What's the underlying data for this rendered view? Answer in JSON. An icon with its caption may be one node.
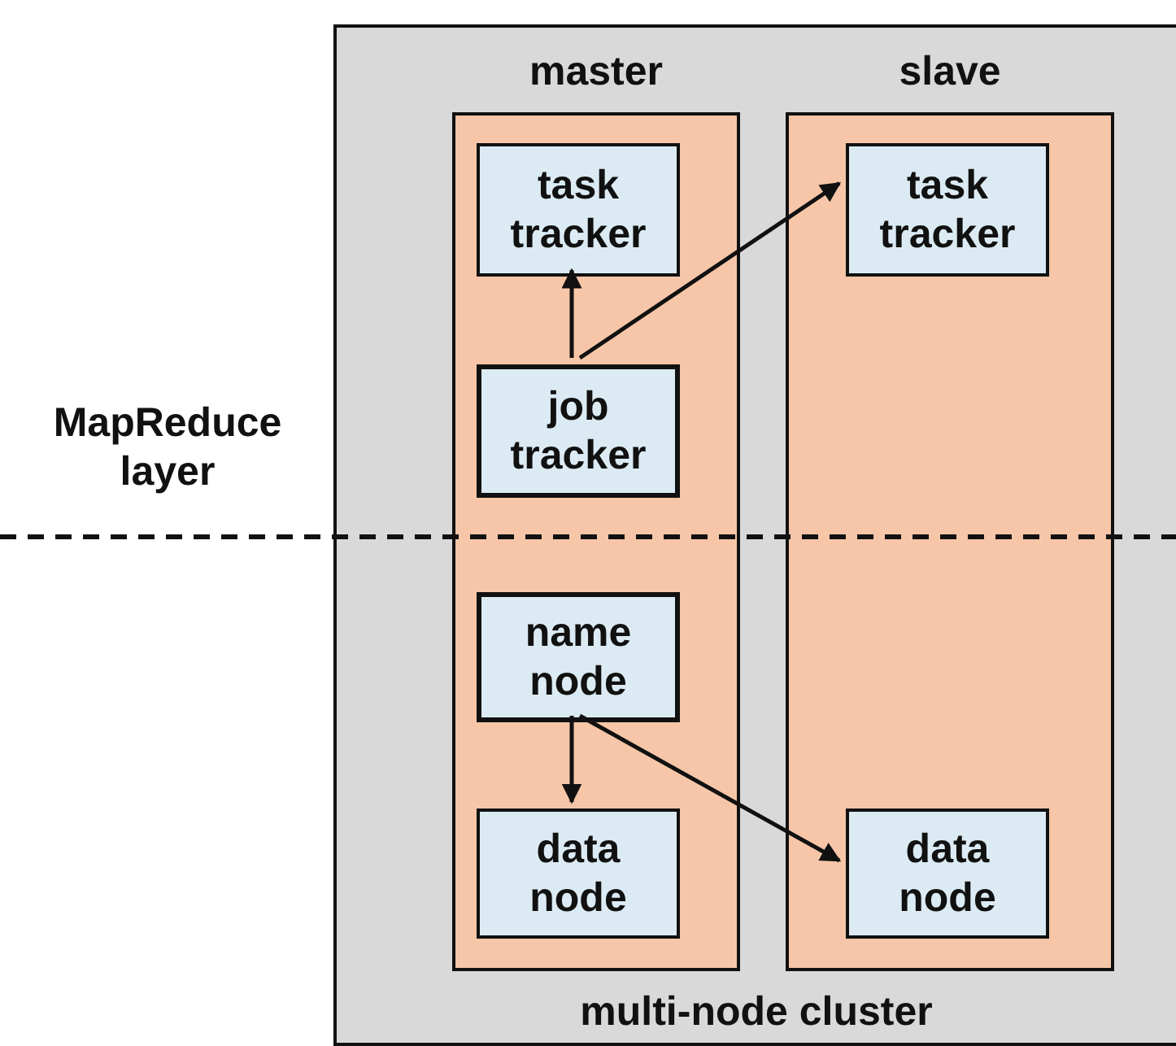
{
  "diagram": {
    "nodes": [
      {
        "text": [
          "multi-node cluster"
        ]
      },
      {
        "text": [
          "master"
        ],
        "in": 0
      },
      {
        "text": [
          "slave"
        ],
        "in": 0
      },
      {
        "text": [
          "task tracker"
        ],
        "in": 1
      },
      {
        "text": [
          "job tracker"
        ],
        "in": 1
      },
      {
        "text": [
          "name node"
        ],
        "in": 1
      },
      {
        "text": [
          "data node"
        ],
        "in": 1
      },
      {
        "text": [
          "task tracker"
        ],
        "in": 2
      },
      {
        "text": [
          "data node"
        ],
        "in": 2
      }
    ],
    "edges": [
      {
        "from": 4,
        "to": 3,
        "arrow": "to"
      },
      {
        "from": 4,
        "to": 7,
        "arrow": "to"
      },
      {
        "from": 5,
        "to": 6,
        "arrow": "to"
      },
      {
        "from": 5,
        "to": 8,
        "arrow": "to"
      }
    ],
    "labels": [
      "MapReduce layer"
    ]
  }
}
